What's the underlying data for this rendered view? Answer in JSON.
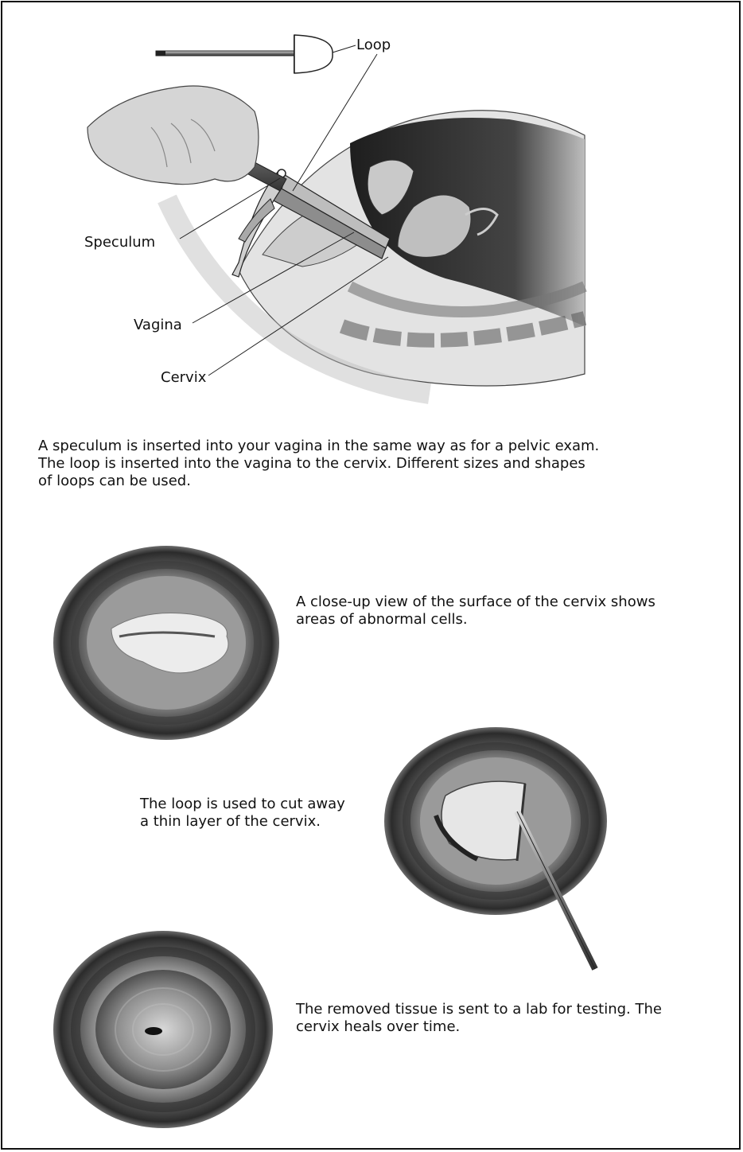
{
  "labels": {
    "loop": "Loop",
    "speculum": "Speculum",
    "vagina": "Vagina",
    "cervix": "Cervix"
  },
  "captions": {
    "intro": [
      "A speculum is inserted into your vagina in the same way as for a pelvic exam.",
      "The loop is inserted into the vagina to the cervix. Different sizes and shapes",
      "of loops can be used."
    ],
    "closeup": [
      "A close-up view of the surface of the cervix shows",
      "areas of abnormal cells."
    ],
    "cut": [
      "The loop is used to cut away",
      "a thin layer of the cervix."
    ],
    "heal": [
      "The removed tissue is sent to a lab for testing. The",
      "cervix heals over time."
    ]
  },
  "colors": {
    "frame": "#111111",
    "text": "#111111",
    "illustration_dark": "#2a2a2a",
    "illustration_mid": "#8a8a8a",
    "illustration_light": "#d9d9d9"
  }
}
